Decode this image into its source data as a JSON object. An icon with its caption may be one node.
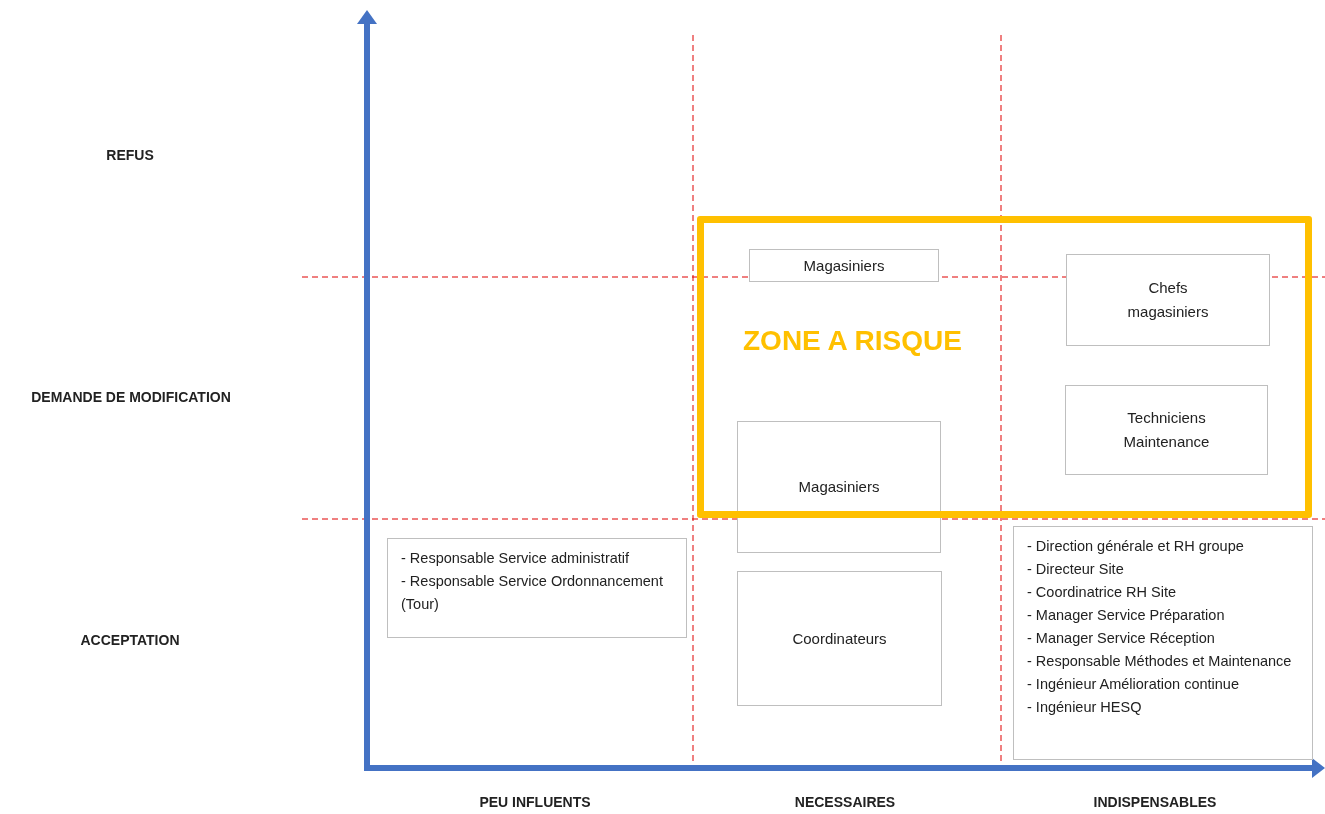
{
  "diagram": {
    "nodes": [
      {
        "text": [
          "ZONE A RISQUE"
        ]
      },
      {
        "text": [
          "Magasiniers"
        ],
        "in": 0
      },
      {
        "text": [
          "Chefs magasiniers"
        ],
        "in": 0
      },
      {
        "text": [
          "Techniciens Maintenance"
        ],
        "in": 0
      },
      {
        "text": [
          "Magasiniers"
        ]
      },
      {
        "text": [
          "- Responsable Service administratif",
          "- Responsable Service Ordonnancement (Tour)"
        ]
      },
      {
        "text": [
          "Coordinateurs"
        ]
      },
      {
        "text": [
          "- Direction générale et RH groupe",
          "- Directeur Site",
          "- Coordinatrice RH Site",
          "- Manager Service Préparation",
          "- Manager Service Réception",
          "- Responsable Méthodes et Maintenance",
          "- Ingénieur Amélioration continue",
          "- Ingénieur HESQ"
        ]
      }
    ],
    "labels": [
      "REFUS",
      "DEMANDE DE MODIFICATION",
      "ACCEPTATION",
      "PEU INFLUENTS",
      "NECESSAIRES",
      "INDISPENSABLES"
    ]
  }
}
